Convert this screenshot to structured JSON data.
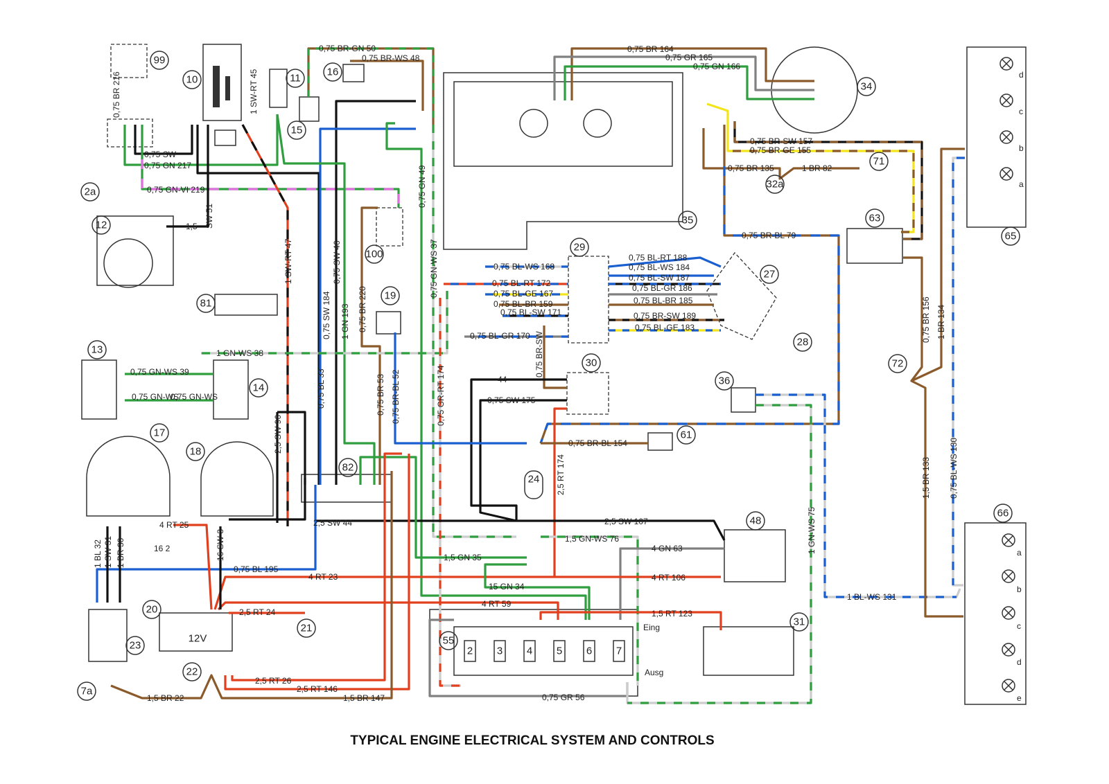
{
  "title": "TYPICAL ENGINE ELECTRICAL SYSTEM AND CONTROLS",
  "wire_colors": {
    "BR": "#8b5a2b",
    "GN": "#2e9e3e",
    "SW": "#111111",
    "RT": "#e0401e",
    "BL": "#1a5fd0",
    "GE": "#f2e51c",
    "GR": "#808080",
    "WS": "#cccccc",
    "VI": "#e070e0"
  },
  "components": [
    "99",
    "10",
    "11",
    "16",
    "15",
    "2a",
    "12",
    "100",
    "81",
    "19",
    "13",
    "14",
    "17",
    "18",
    "82",
    "20",
    "23",
    "21",
    "22",
    "7a",
    "55",
    "31",
    "48",
    "24",
    "30",
    "36",
    "61",
    "29",
    "27",
    "28",
    "35",
    "34",
    "71",
    "32a",
    "63",
    "65",
    "72",
    "66"
  ],
  "battery_label": "12V",
  "fuse_label": "16 2",
  "relay_55_slots": [
    "2",
    "3",
    "4",
    "5",
    "6",
    "7"
  ],
  "relay_55_labels": {
    "in": "Eing",
    "out": "Ausg"
  },
  "lamp_letters_65": [
    "d",
    "c",
    "b",
    "a"
  ],
  "lamp_letters_66": [
    "a",
    "b",
    "c",
    "d",
    "e"
  ],
  "wires": [
    "0,75 BR-GN 50",
    "0,75 BR-WS 48",
    "0,75 BR 164",
    "0,75 GR 165",
    "0,75 GN 166",
    "0,75 SW",
    "0,75 GN 217",
    "0,75 GN-VI 219",
    "1,5",
    "SW 51",
    "1 SW-RT 45",
    "1 SW-RT 47",
    "0,75 SW 46",
    "0,75 SW 184",
    "1 GN 193",
    "0,75 BR 220",
    "0,75 GN 49",
    "0,75 GN-WS 37",
    "0,75 GR-RT 174",
    "0,75 BR-SW 157",
    "0,75 BR-GE 155",
    "0,75 BR 135",
    "1 BR 82",
    "0,75 BR-BL 79",
    "0,75 BL-WS 168",
    "0,75 BL-RT 172",
    "0,75 BL-GE 167",
    "0,75 BL-BR 159",
    "0,75 BL-SW 171",
    "0,75 BL-GR 170",
    "0,75 BL-RT 188",
    "0,75 BL-WS 184",
    "0,75 BL-SW 187",
    "0,75 BL-GR 186",
    "0,75 BL-BR 185",
    "0,75 BR-SW 189",
    "0,75 BL-GE 183",
    "0,75 BR-SW",
    "1 GN-WS 38",
    "0,75 GN-WS 39",
    "0,75 GN-WS",
    "0,75 GN-WS",
    "2,5 SW 96",
    "0,75 BL 33",
    "0,75 BR 53",
    "0,75 BR-BL 52",
    "0,75 SW 175",
    "44",
    "0,75 BR-BL 154",
    "2,5 RT 174",
    "2,5 SW 44",
    "2,5 SW 107",
    "1,5 GN-WS 76",
    "1,5 GN 35",
    "4 GN 63",
    "0,75 BL 195",
    "4 RT 23",
    "4 RT 106",
    "15 GN 34",
    "4 RT 59",
    "1,5 RT 123",
    "2,5 RT 24",
    "2,5 RT 26",
    "2,5 RT 146",
    "1,5 BR 22",
    "1,5 BR 147",
    "0,75 GR 56",
    "1 BL-WS 131",
    "1 GN-WS 75",
    "1,5 BR 133",
    "0,75 BL-WS 130",
    "0,75 BR 156",
    "1 BR 134",
    "4 RT 25",
    "1 BL 32",
    "1 SW 31",
    "1 BR 30",
    "16 SW 3",
    "0,75 BR 216"
  ]
}
